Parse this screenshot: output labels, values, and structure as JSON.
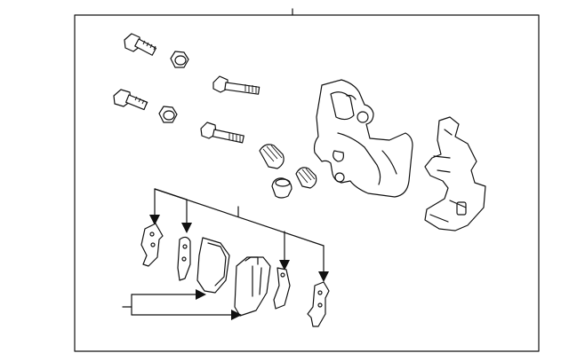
{
  "diagram": {
    "background": "#ffffff",
    "line_color": "#111111",
    "parts": [
      "bolt-upper-left",
      "nut-upper",
      "bolt-upper-right",
      "bolt-middle-left",
      "nut-middle",
      "bolt-middle-right",
      "boot-large",
      "boot-small",
      "dust-cap",
      "caliper-housing",
      "caliper-bracket",
      "pad-clip-1",
      "pad-clip-2",
      "brake-pad-outer",
      "brake-pad-inner",
      "pad-clip-3",
      "pad-clip-4"
    ]
  }
}
